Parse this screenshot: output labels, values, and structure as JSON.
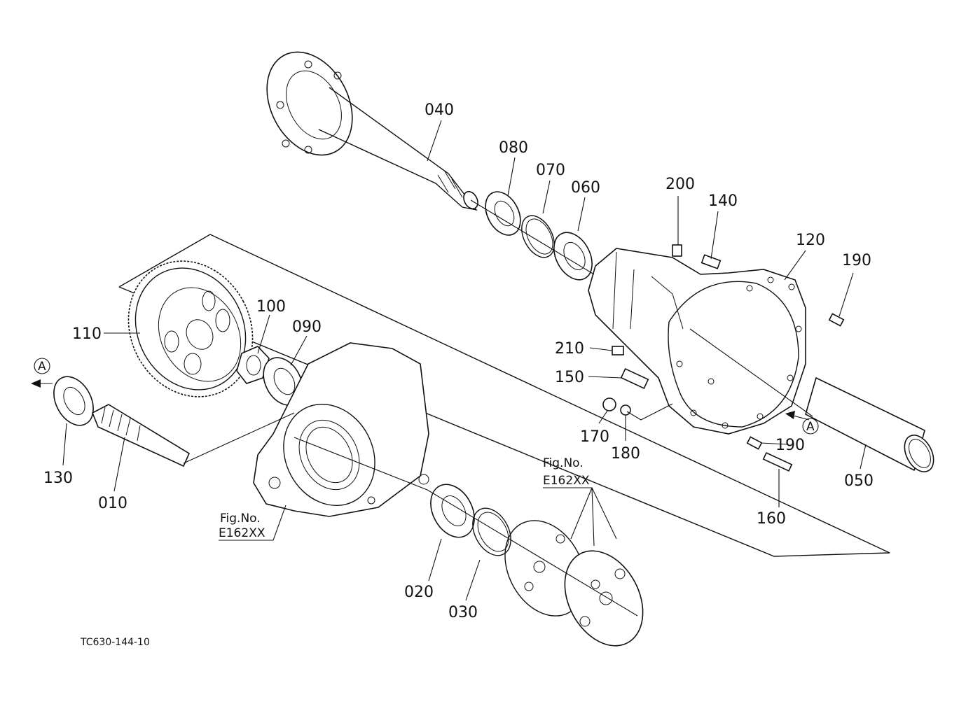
{
  "diagram": {
    "parts": {
      "p010": "010",
      "p020": "020",
      "p030": "030",
      "p040": "040",
      "p050": "050",
      "p060": "060",
      "p070": "070",
      "p080": "080",
      "p090": "090",
      "p100": "100",
      "p110": "110",
      "p120": "120",
      "p130": "130",
      "p140": "140",
      "p150": "150",
      "p160": "160",
      "p170": "170",
      "p180": "180",
      "p190a": "190",
      "p190b": "190",
      "p200": "200",
      "p210": "210"
    },
    "markers": {
      "a_left": "A",
      "a_right": "A"
    },
    "fig_refs": {
      "left": {
        "title": "Fig.No.",
        "code": "E162XX"
      },
      "right": {
        "title": "Fig.No.",
        "code": "E162XX"
      }
    },
    "drawing_code": "TC630-144-10"
  }
}
